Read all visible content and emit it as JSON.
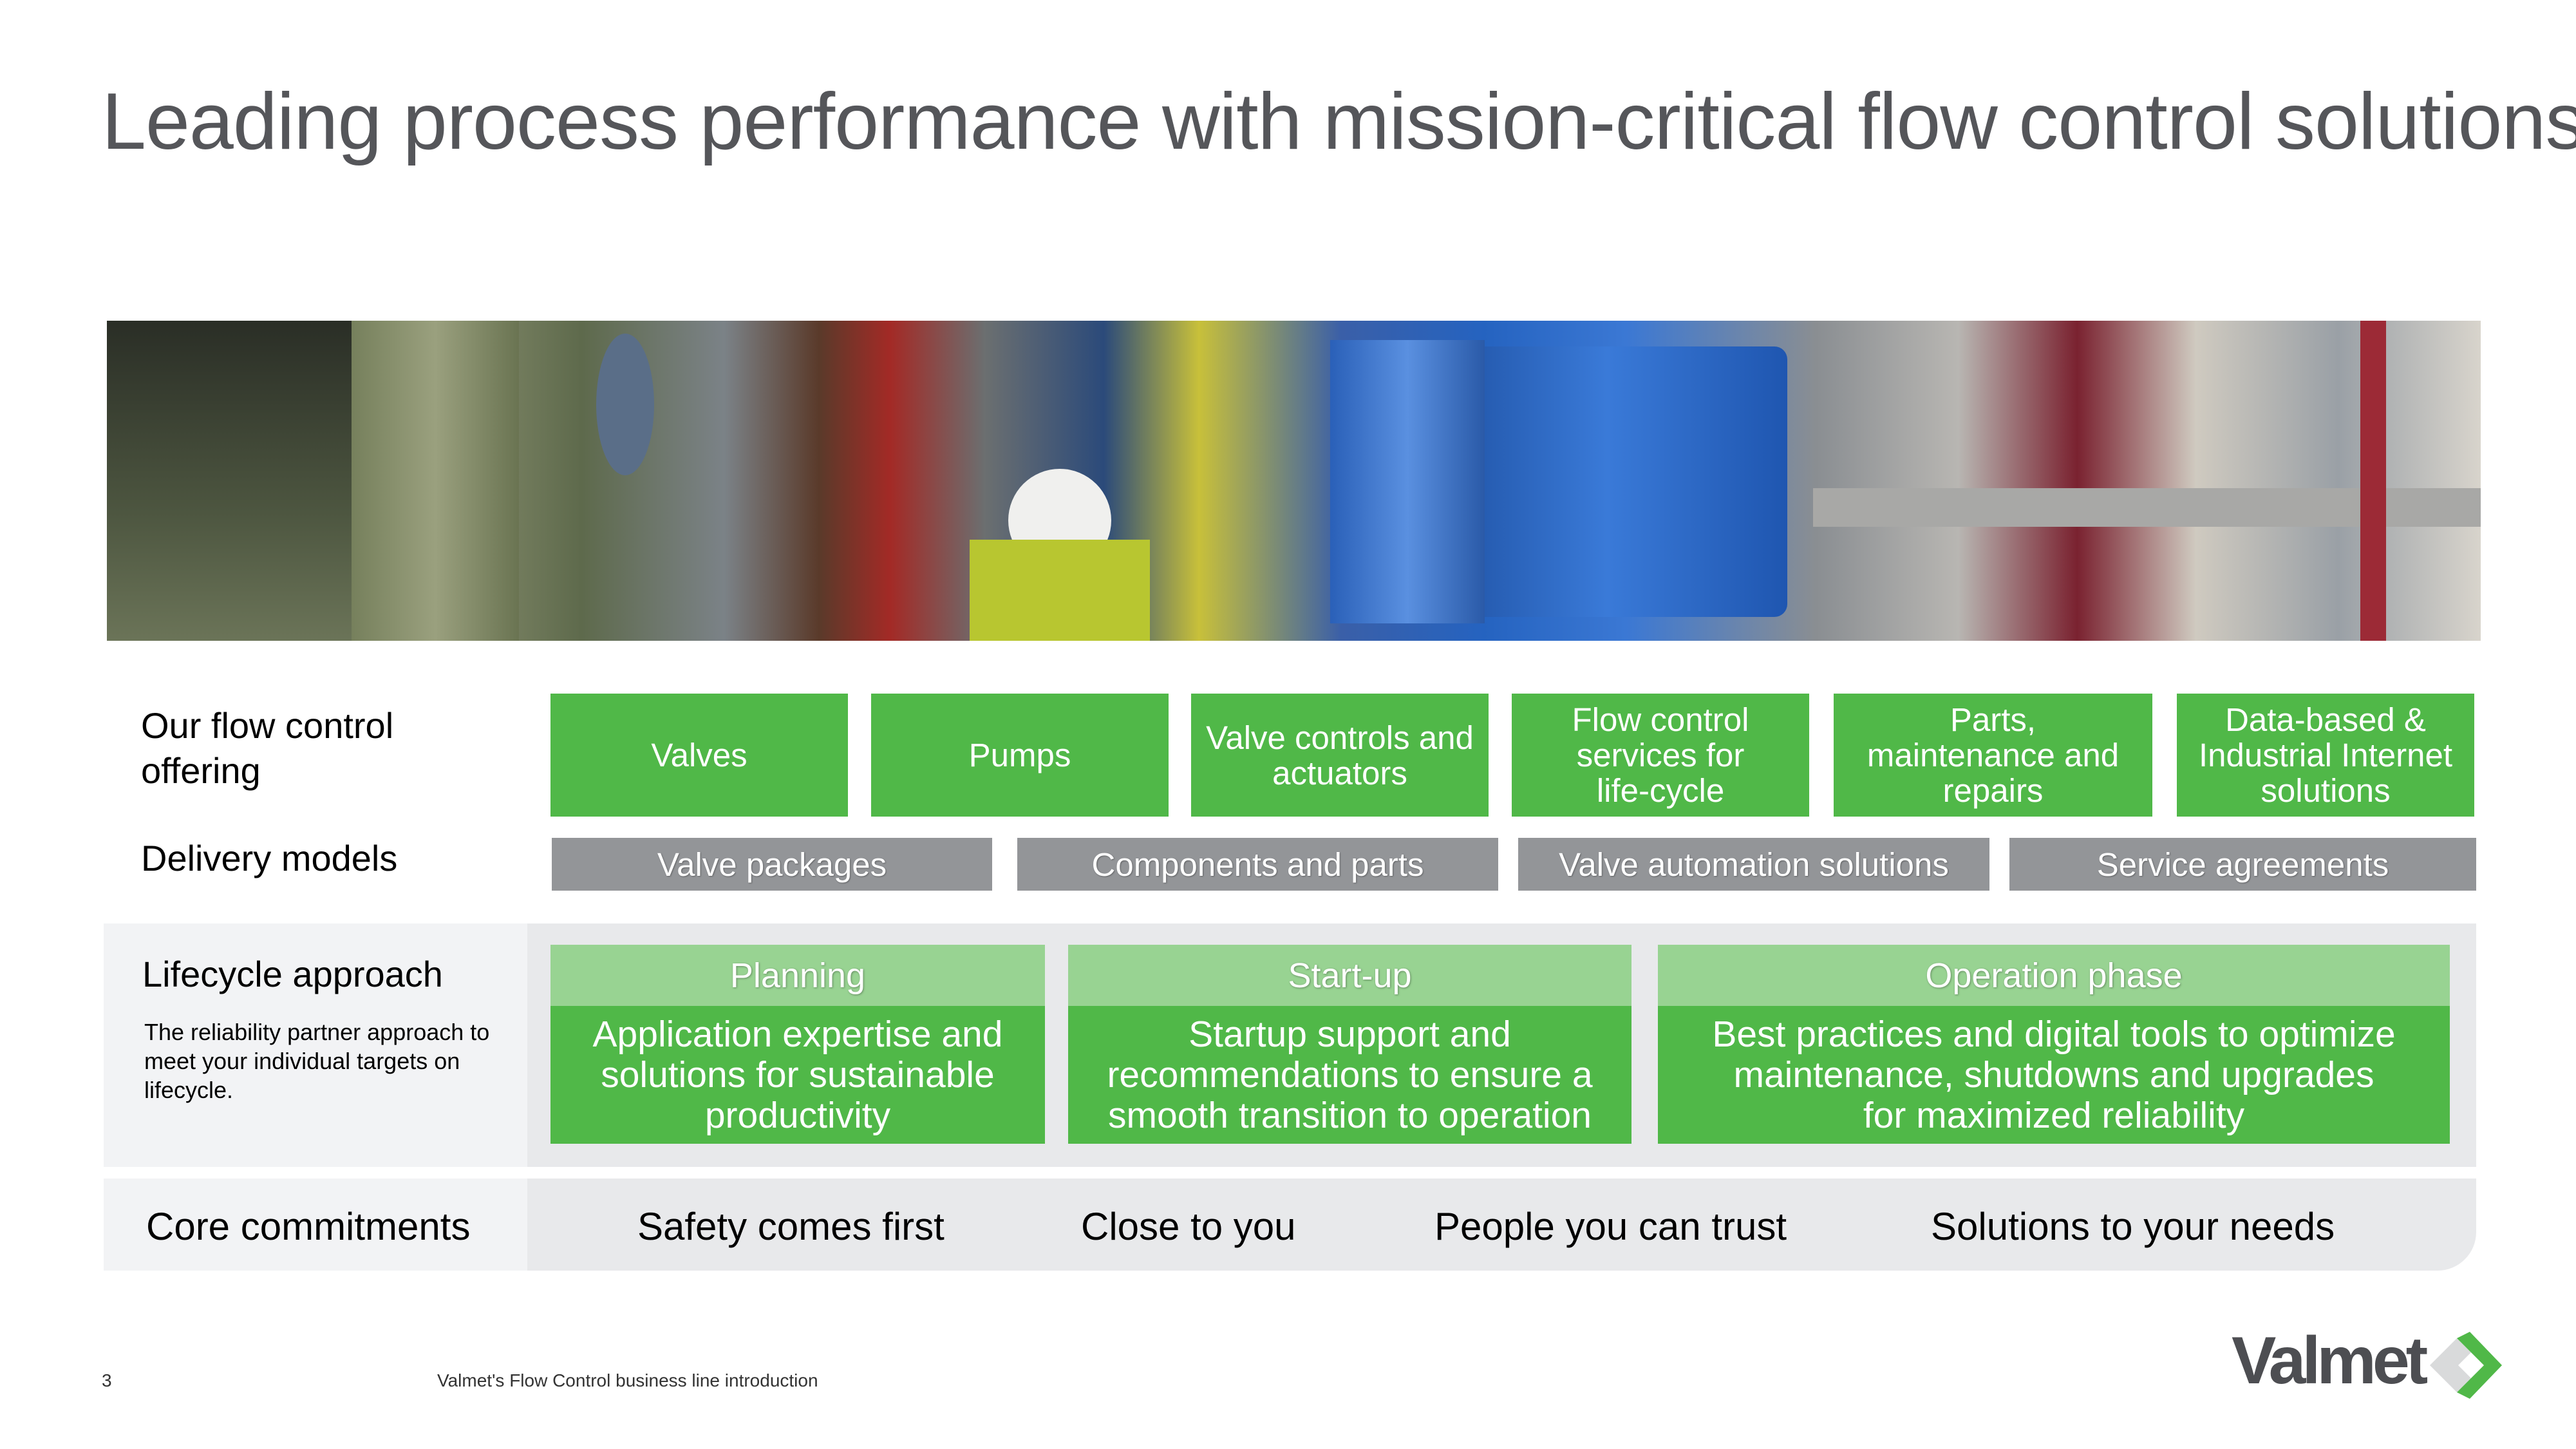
{
  "title": "Leading process performance with mission-critical flow control solutions",
  "offering": {
    "label_line1": "Our flow control",
    "label_line2": "offering",
    "items": [
      "Valves",
      "Pumps",
      "Valve controls and actuators",
      "Flow control services for life-cycle",
      "Parts, maintenance and repairs",
      "Data-based & Industrial Internet solutions"
    ]
  },
  "delivery": {
    "label": "Delivery models",
    "items": [
      "Valve packages",
      "Components and parts",
      "Valve automation solutions",
      "Service agreements"
    ]
  },
  "lifecycle": {
    "label": "Lifecycle approach",
    "description": "The reliability partner approach to meet your individual targets on lifecycle.",
    "phases": [
      {
        "header": "Planning",
        "body": "Application expertise and solutions for sustainable productivity"
      },
      {
        "header": "Start-up",
        "body": "Startup support and recommendations to ensure a smooth transition to operation"
      },
      {
        "header": "Operation phase",
        "body": "Best practices and digital tools to optimize maintenance, shutdowns and upgrades for maximized reliability"
      }
    ]
  },
  "core": {
    "label": "Core commitments",
    "items": [
      "Safety comes first",
      "Close to you",
      "People you can trust",
      "Solutions to your needs"
    ]
  },
  "footer": {
    "page_number": "3",
    "text": "Valmet's Flow Control business line introduction"
  },
  "logo": {
    "text": "Valmet"
  },
  "colors": {
    "green": "#50b848",
    "light_green": "#98d392",
    "gray": "#939598",
    "title": "#55565a"
  }
}
